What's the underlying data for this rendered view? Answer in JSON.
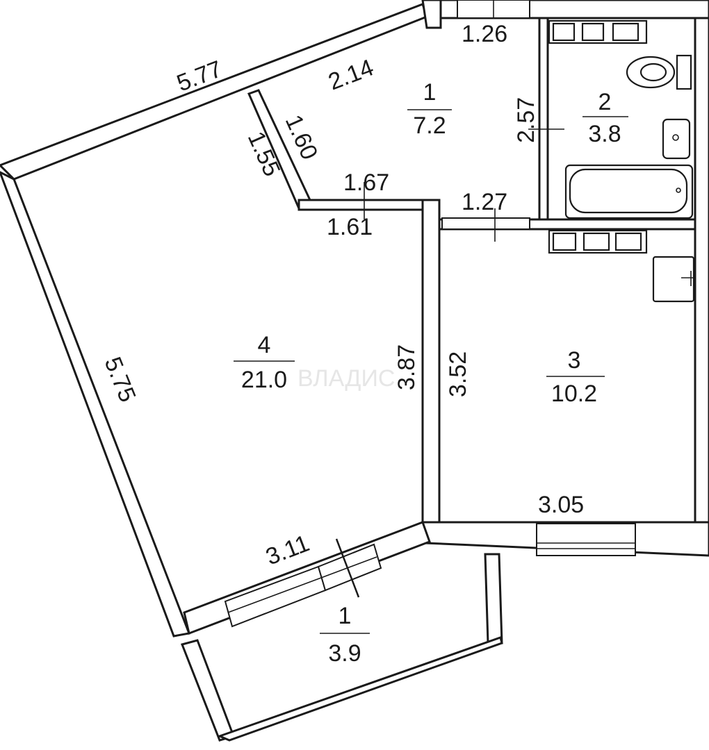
{
  "rooms": [
    {
      "number": "1",
      "area": "7.2"
    },
    {
      "number": "2",
      "area": "3.8"
    },
    {
      "number": "3",
      "area": "10.2"
    },
    {
      "number": "4",
      "area": "21.0"
    },
    {
      "number": "1",
      "area": "3.9"
    }
  ],
  "dimensions": {
    "top_wall": "5.77",
    "hall_top": "2.14",
    "hall_top_right": "1.26",
    "hall_diag_outer": "1.60",
    "hall_diag_inner": "1.55",
    "hall_bottom_outer": "1.67",
    "hall_bottom_inner": "1.61",
    "bath_height": "2.57",
    "kitchen_door": "1.27",
    "living_left": "5.75",
    "living_right": "3.87",
    "kitchen_left": "3.52",
    "kitchen_bottom": "3.05",
    "living_bottom": "3.11"
  },
  "watermark": "ВЛАДИС",
  "colors": {
    "line": "#1a1a1a",
    "background": "#ffffff"
  }
}
